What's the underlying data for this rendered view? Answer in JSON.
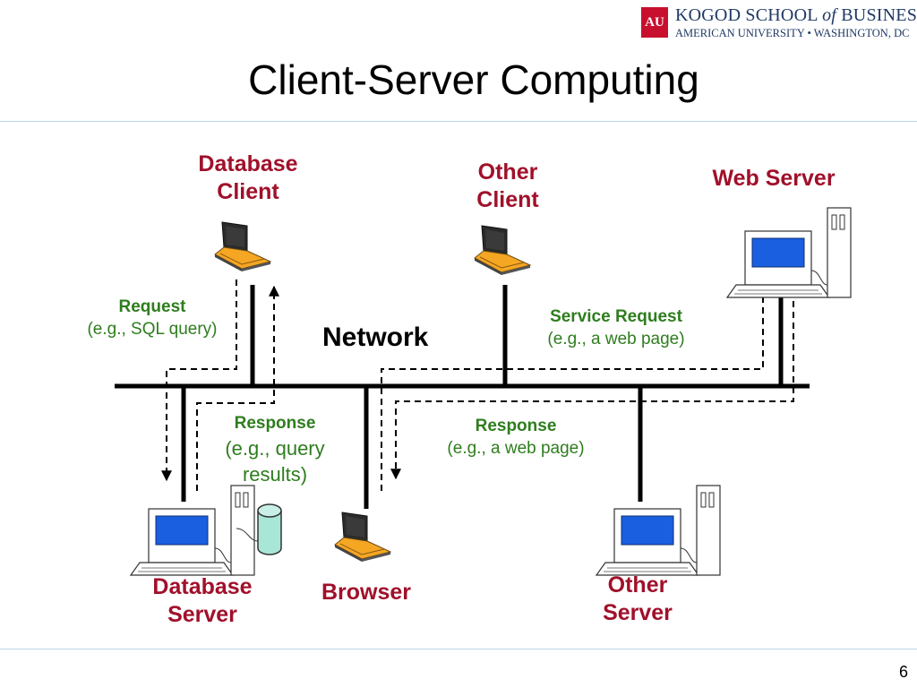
{
  "slide": {
    "title": "Client-Server Computing",
    "page_number": "6"
  },
  "logo": {
    "mark": "AU",
    "name_a": "KOGOD SCHOOL ",
    "name_of": "of",
    "name_b": " BUSINESS",
    "subtitle": "AMERICAN UNIVERSITY • WASHINGTON, DC"
  },
  "diagram": {
    "network_label": "Network",
    "nodes": {
      "database_client": {
        "line1": "Database",
        "line2": "Client",
        "icon": "laptop-icon"
      },
      "other_client": {
        "line1": "Other",
        "line2": "Client",
        "icon": "laptop-icon"
      },
      "web_server": {
        "line1": "Web Server",
        "icon": "desktop-computer-icon"
      },
      "database_server": {
        "line1": "Database",
        "line2": "Server",
        "icon": "desktop-computer-icon"
      },
      "browser": {
        "line1": "Browser",
        "icon": "laptop-icon"
      },
      "other_server": {
        "line1": "Other",
        "line2": "Server",
        "icon": "desktop-computer-icon"
      },
      "database": {
        "icon": "database-cylinder-icon"
      }
    },
    "annotations": {
      "db_request": {
        "title": "Request",
        "detail": "(e.g., SQL query)"
      },
      "db_response": {
        "title": "Response",
        "detail1": "(e.g., query",
        "detail2": "results)"
      },
      "service_request": {
        "title": "Service Request",
        "detail": "(e.g., a web page)"
      },
      "web_response": {
        "title": "Response",
        "detail": "(e.g., a web page)"
      }
    }
  },
  "colors": {
    "label_red": "#a0102a",
    "annotation_green": "#2e7d1e",
    "rule_blue": "#b8d4e6",
    "screen_blue": "#1a5fe0",
    "logo_red": "#c8102e",
    "logo_navy": "#1f3864"
  }
}
